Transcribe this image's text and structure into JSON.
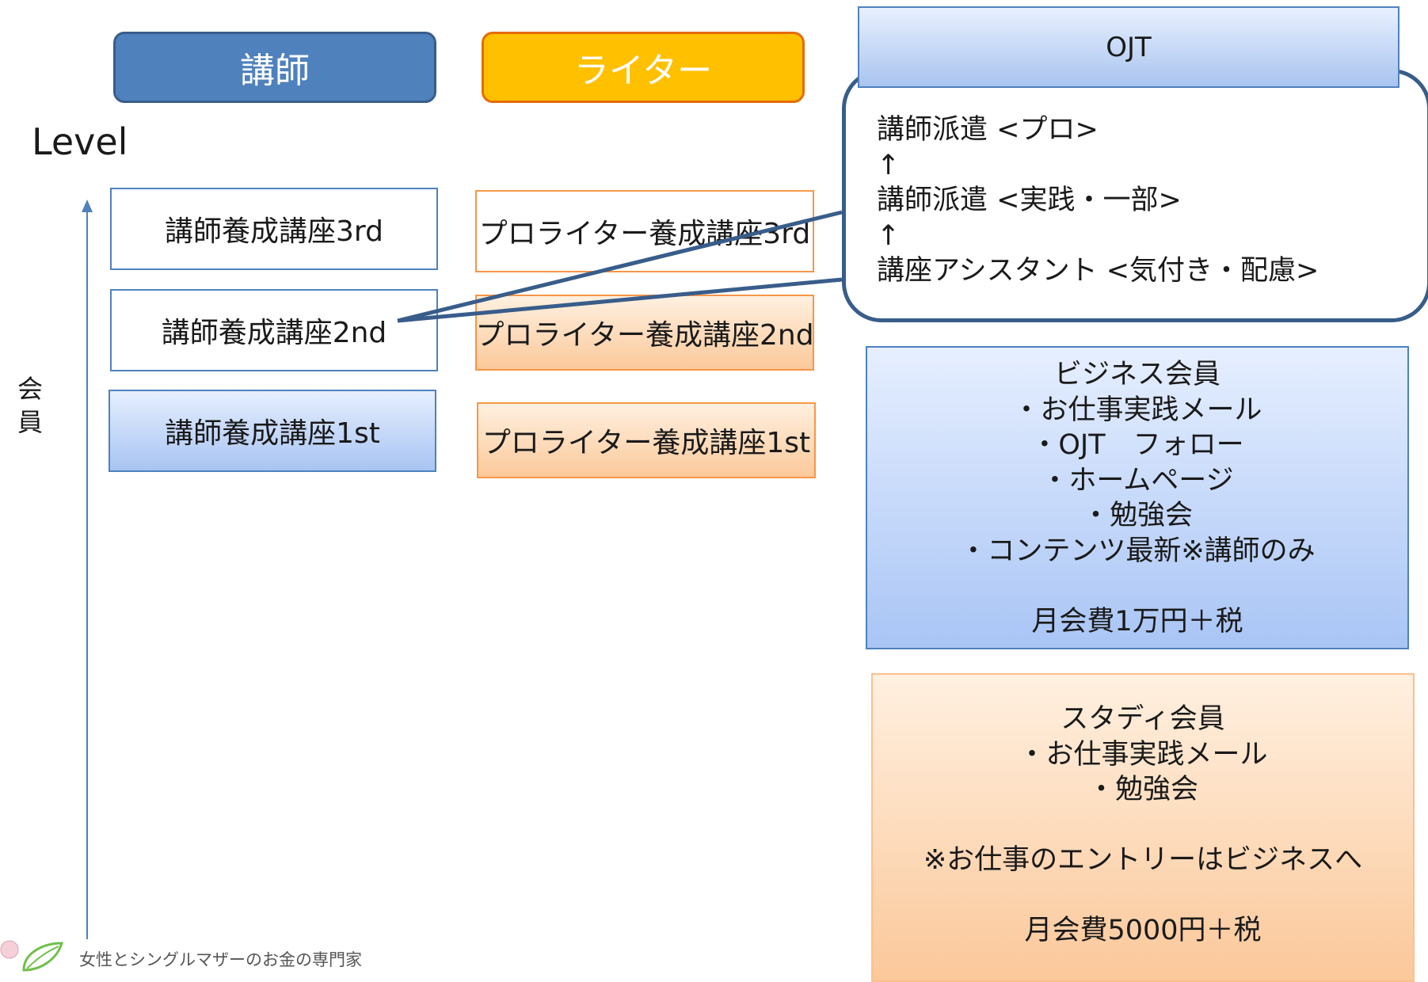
{
  "headers": {
    "lecturer": "講師",
    "writer": "ライター"
  },
  "axis": {
    "level": "Level",
    "member": "会員"
  },
  "lecturer_courses": {
    "c3": "講師養成講座3rd",
    "c2": "講師養成講座2nd",
    "c1": "講師養成講座1st"
  },
  "writer_courses": {
    "c3": "プロライター養成講座3rd",
    "c2": "プロライター養成講座2nd",
    "c1": "プロライター養成講座1st"
  },
  "ojt": {
    "title": "OJT",
    "lines": [
      "講師派遣 <プロ>",
      "↑",
      "講師派遣 <実践・一部>",
      "↑",
      "講座アシスタント <気付き・配慮>"
    ]
  },
  "business": {
    "lines": [
      "ビジネス会員",
      "・お仕事実践メール",
      "・OJT　フォロー",
      "・ホームページ",
      "・勉強会",
      "・コンテンツ最新※講師のみ",
      "",
      "月会費1万円＋税"
    ]
  },
  "study": {
    "lines": [
      "スタディ会員",
      "・お仕事実践メール",
      "・勉強会",
      "",
      "※お仕事のエントリーはビジネスへ",
      "",
      "月会費5000円＋税"
    ]
  },
  "footer": {
    "text": "女性とシングルマザーのお金の専門家"
  },
  "colors": {
    "lecturer_header": "#4f81bd",
    "writer_header": "#ffc000",
    "axis": "#4f81bd",
    "connector": "#385d8a"
  }
}
